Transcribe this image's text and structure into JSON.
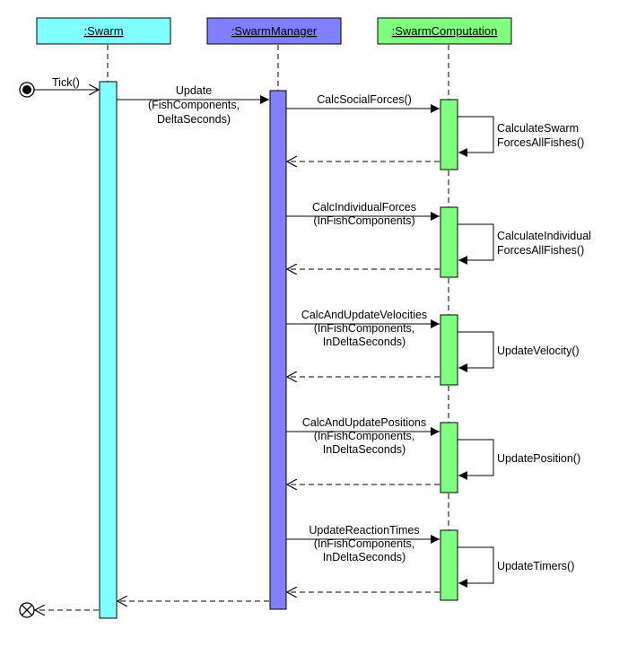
{
  "participants": [
    {
      "id": "swarm",
      "label": ":Swarm",
      "color": "#80ffff"
    },
    {
      "id": "manager",
      "label": ":SwarmManager",
      "color": "#8080ff"
    },
    {
      "id": "computation",
      "label": ":SwarmComputation",
      "color": "#80ff80"
    }
  ],
  "messages": {
    "tick": "Tick()",
    "update": [
      "Update",
      "(FishComponents,",
      "DeltaSeconds)"
    ]
  },
  "groups": [
    {
      "call": [
        "CalcSocialForces()"
      ],
      "self_call": [
        "CalculateSwarm",
        "ForcesAllFishes()"
      ]
    },
    {
      "call": [
        "CalcIndividualForces",
        "(InFishComponents)"
      ],
      "self_call": [
        "CalculateIndividual",
        "ForcesAllFishes()"
      ]
    },
    {
      "call": [
        "CalcAndUpdateVelocities",
        "(InFishComponents,",
        "InDeltaSeconds)"
      ],
      "self_call": [
        "UpdateVelocity()"
      ]
    },
    {
      "call": [
        "CalcAndUpdatePositions",
        "(InFishComponents,",
        "InDeltaSeconds)"
      ],
      "self_call": [
        "UpdatePosition()"
      ]
    },
    {
      "call": [
        "UpdateReactionTimes",
        "(InFishComponents,",
        "InDeltaSeconds)"
      ],
      "self_call": [
        "UpdateTimers()"
      ]
    }
  ]
}
